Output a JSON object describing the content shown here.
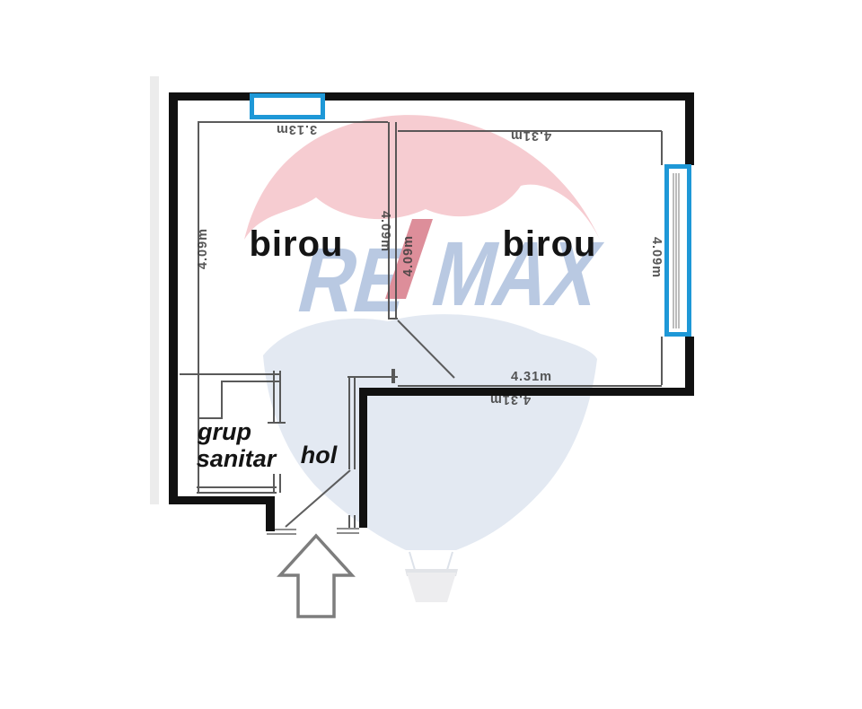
{
  "colors": {
    "wall_black": "#111111",
    "line_gray": "#4d4d4d",
    "window_blue": "#1e98d7",
    "glazing_gray": "#8f8f8f",
    "jamb_gray": "#8d8d8d",
    "arrow_gray": "#7d7d7d",
    "label_black": "#141414",
    "dimension_gray": "#3f3f3f",
    "watermark_pink": "#f6ccd1",
    "watermark_slash_red": "#dd8e9a",
    "watermark_text_blue": "#b9c9e2",
    "watermark_balloon_blue": "#e3e9f2",
    "watermark_basket_gray": "#ededef",
    "watermark_basket_rim": "#e2e4e8",
    "scan_strip_gray": "#ececec"
  },
  "rooms": {
    "office_left": {
      "label": "birou"
    },
    "office_right": {
      "label": "birou"
    },
    "bathroom": {
      "label_line1": "grup",
      "label_line2": "sanitar"
    },
    "hallway": {
      "label": "hol"
    }
  },
  "dimensions": {
    "office_left_top": "3.13m",
    "office_left_side": "4.09m",
    "office_left_inner": "4.09m",
    "office_right_top": "4.31m",
    "office_right_inner": "4.09m",
    "office_right_side": "4.09m",
    "office_right_bottom": "4.31m",
    "office_right_bottom_flipped": "4.31m"
  },
  "watermark": {
    "brand_left": "RE",
    "brand_right": "MAX"
  }
}
